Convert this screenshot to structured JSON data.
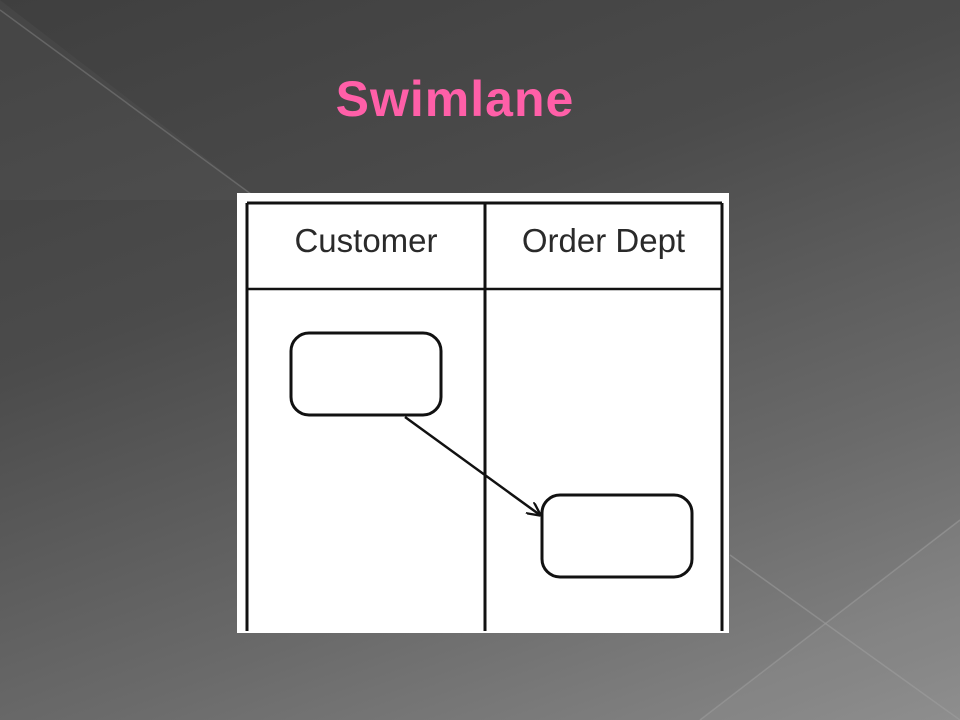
{
  "slide": {
    "title": "Swimlane",
    "title_color": "#ff5fa8",
    "background_colors": [
      "#3f3f3f",
      "#8a8a8a"
    ]
  },
  "diagram": {
    "type": "swimlane",
    "lanes": [
      {
        "label": "Customer"
      },
      {
        "label": "Order Dept"
      }
    ],
    "activities": [
      {
        "id": "activity-1",
        "lane": "Customer",
        "label": ""
      },
      {
        "id": "activity-2",
        "lane": "Order Dept",
        "label": ""
      }
    ],
    "transitions": [
      {
        "from": "activity-1",
        "to": "activity-2"
      }
    ]
  }
}
